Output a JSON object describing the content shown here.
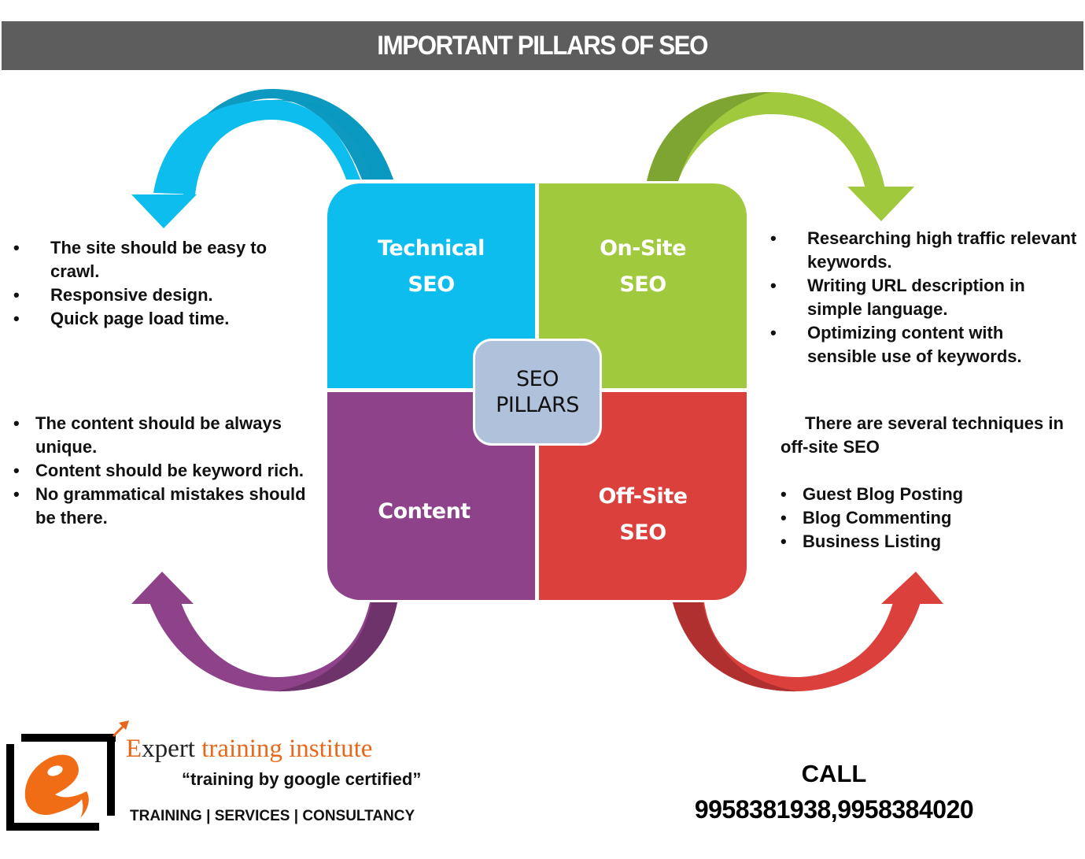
{
  "title": "IMPORTANT PILLARS OF SEO",
  "center": {
    "line1": "SEO",
    "line2": "PILLARS"
  },
  "pillars": {
    "technical": {
      "line1": "Technical",
      "line2": "SEO",
      "color": "#0dbdee",
      "points": [
        "The site should be easy to crawl.",
        "Responsive design.",
        "Quick page load time."
      ]
    },
    "onsite": {
      "line1": "On-Site",
      "line2": "SEO",
      "color": "#a0c93e",
      "points": [
        "Researching high traffic relevant keywords.",
        "Writing URL description in simple language.",
        "Optimizing content with sensible use of  keywords."
      ]
    },
    "content": {
      "line1": "Content",
      "color": "#8e4289",
      "points": [
        "The content should be always unique.",
        "Content should be keyword rich.",
        "No grammatical mistakes should be there."
      ]
    },
    "offsite": {
      "line1": "Off-Site",
      "line2": "SEO",
      "color": "#dc403c",
      "intro": "There are several techniques in off-site SEO",
      "points": [
        "Guest Blog Posting",
        "Blog Commenting",
        "Business Listing"
      ]
    }
  },
  "bullet_glyph": "•",
  "footer": {
    "brand_first": "E",
    "brand_first_rest": "xpert",
    "brand_rest": "training institute",
    "tagline": "“training by google certified”",
    "services": "TRAINING | SERVICES | CONSULTANCY",
    "call_label": "CALL",
    "phones": "9958381938,9958384020",
    "brand_color": "#e8681a"
  }
}
